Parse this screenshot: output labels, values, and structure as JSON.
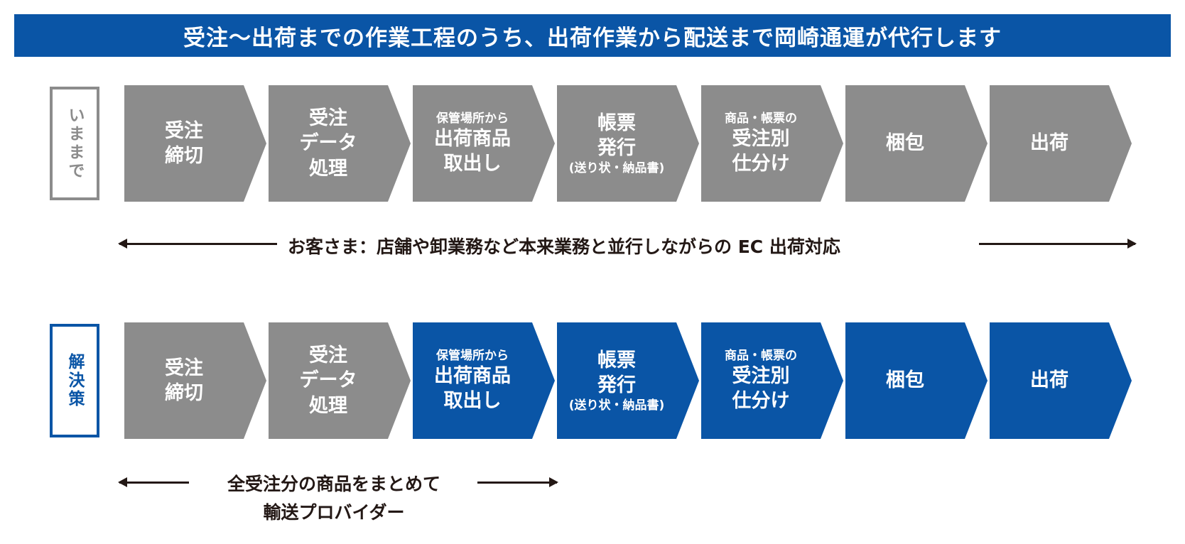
{
  "colors": {
    "blue": "#0a55a6",
    "gray": "#8c8c8c",
    "text": "#231815"
  },
  "header": {
    "title": "受注〜出荷までの作業工程のうち、出荷作業から配送まで岡崎通運が代行します"
  },
  "before": {
    "label": "いままで",
    "steps": [
      {
        "lines": [
          "受注",
          "締切"
        ],
        "sizes": [
          "big",
          "big"
        ],
        "color": "gray"
      },
      {
        "lines": [
          "受注",
          "データ",
          "処理"
        ],
        "sizes": [
          "big",
          "big",
          "big"
        ],
        "color": "gray"
      },
      {
        "lines": [
          "保管場所から",
          "出荷商品",
          "取出し"
        ],
        "sizes": [
          "small",
          "big",
          "big"
        ],
        "color": "gray"
      },
      {
        "lines": [
          "帳票",
          "発行",
          "(送り状・納品書)"
        ],
        "sizes": [
          "big",
          "big",
          "small"
        ],
        "color": "gray"
      },
      {
        "lines": [
          "商品・帳票の",
          "受注別",
          "仕分け"
        ],
        "sizes": [
          "small",
          "big",
          "big"
        ],
        "color": "gray"
      },
      {
        "lines": [
          "梱包"
        ],
        "sizes": [
          "big"
        ],
        "color": "gray"
      },
      {
        "lines": [
          "出荷"
        ],
        "sizes": [
          "big"
        ],
        "color": "gray"
      }
    ],
    "caption": "お客さま：店舗や卸業務など本来業務と並行しながらの EC 出荷対応"
  },
  "after": {
    "label": "解決策",
    "steps": [
      {
        "lines": [
          "受注",
          "締切"
        ],
        "sizes": [
          "big",
          "big"
        ],
        "color": "gray"
      },
      {
        "lines": [
          "受注",
          "データ",
          "処理"
        ],
        "sizes": [
          "big",
          "big",
          "big"
        ],
        "color": "gray"
      },
      {
        "lines": [
          "保管場所から",
          "出荷商品",
          "取出し"
        ],
        "sizes": [
          "small",
          "big",
          "big"
        ],
        "color": "blue"
      },
      {
        "lines": [
          "帳票",
          "発行",
          "(送り状・納品書)"
        ],
        "sizes": [
          "big",
          "big",
          "small"
        ],
        "color": "blue"
      },
      {
        "lines": [
          "商品・帳票の",
          "受注別",
          "仕分け"
        ],
        "sizes": [
          "small",
          "big",
          "big"
        ],
        "color": "blue"
      },
      {
        "lines": [
          "梱包"
        ],
        "sizes": [
          "big"
        ],
        "color": "blue"
      },
      {
        "lines": [
          "出荷"
        ],
        "sizes": [
          "big"
        ],
        "color": "blue"
      }
    ],
    "caption_line1": "全受注分の商品をまとめて",
    "caption_line2": "輸送プロバイダー"
  }
}
